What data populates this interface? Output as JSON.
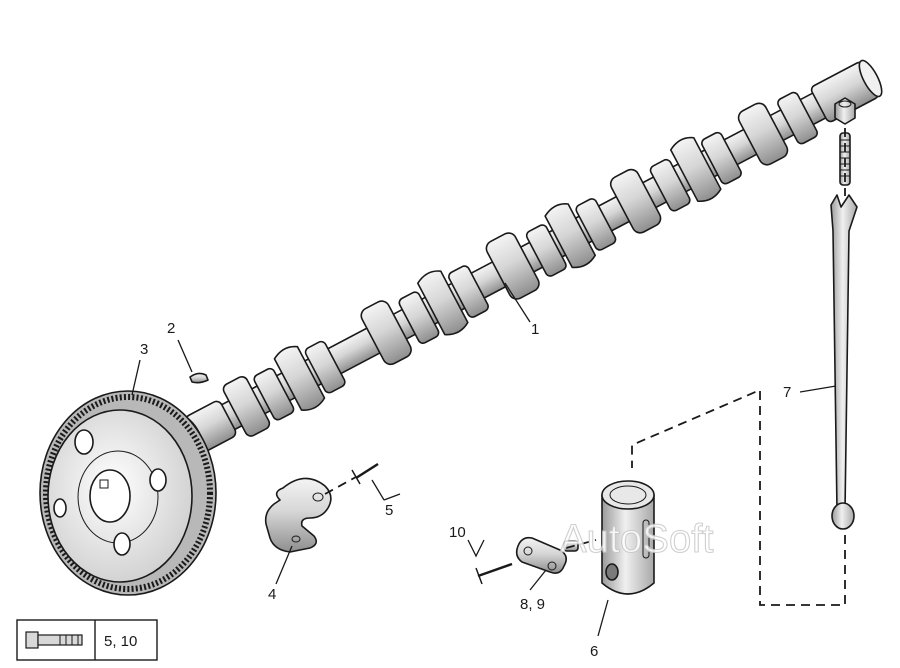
{
  "callouts": {
    "c1": "1",
    "c2": "2",
    "c3": "3",
    "c4": "4",
    "c5": "5",
    "c6": "6",
    "c7": "7",
    "c89": "8, 9",
    "c10": "10"
  },
  "watermark": "AutoSoft",
  "legend": {
    "icon": "bolt-icon",
    "text": "5, 10"
  }
}
